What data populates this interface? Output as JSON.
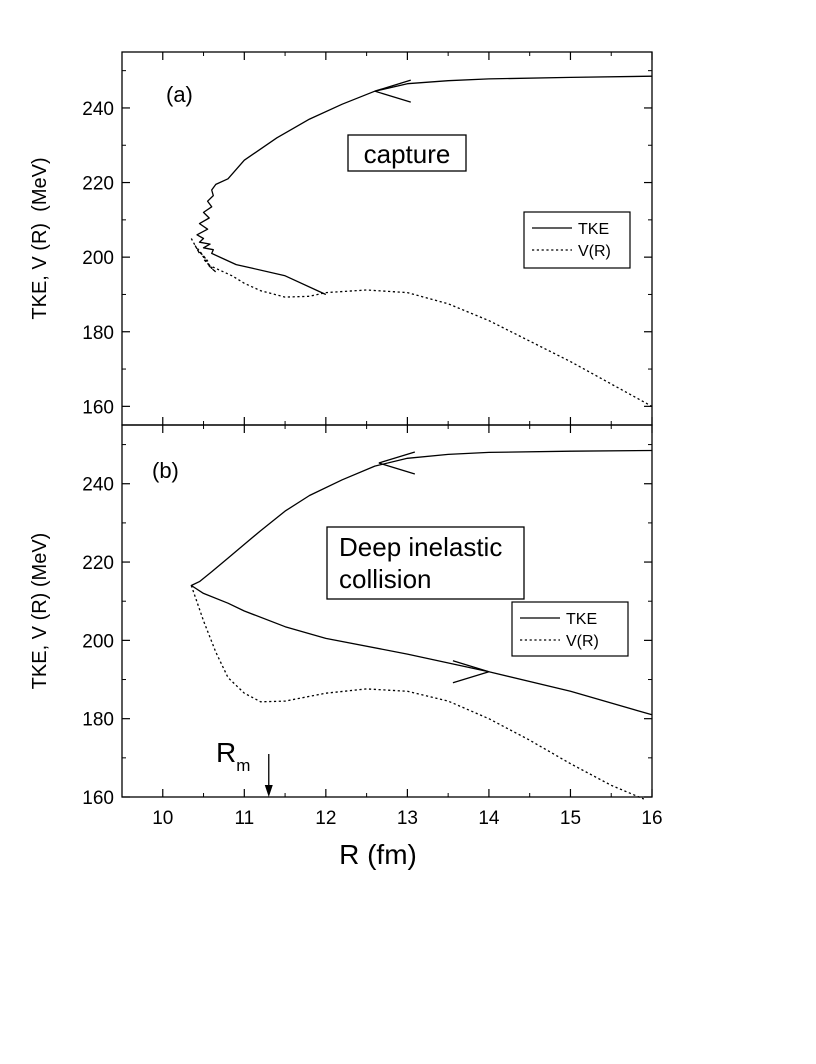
{
  "chart_data": [
    {
      "type": "line",
      "panel_label": "(a)",
      "ylabel": "TKE, V (R)  (MeV)",
      "xlim": [
        9.5,
        16
      ],
      "ylim": [
        155,
        255
      ],
      "yticks": [
        160,
        180,
        200,
        220,
        240
      ],
      "annotation": "capture",
      "legend": {
        "position": "right",
        "entries": [
          "TKE",
          "V(R)"
        ]
      },
      "series": [
        {
          "name": "TKE",
          "style": "solid",
          "x": [
            16.0,
            15.0,
            14.0,
            13.5,
            13.0,
            12.6,
            12.2,
            11.8,
            11.4,
            11.0,
            10.8,
            10.65,
            10.6,
            10.62,
            10.55,
            10.6,
            10.5,
            10.57,
            10.45,
            10.55,
            10.42,
            10.5,
            10.45,
            10.58,
            10.5,
            10.62,
            10.6,
            10.75,
            10.9,
            11.1,
            11.5,
            12.0
          ],
          "y": [
            248.5,
            248.2,
            247.8,
            247.3,
            246.5,
            244.5,
            241.0,
            237.0,
            232.0,
            226.0,
            221.0,
            219.5,
            218.0,
            216.5,
            215.0,
            213.5,
            212.0,
            210.5,
            209.0,
            207.5,
            206.0,
            205.0,
            204.0,
            203.5,
            202.5,
            202.0,
            201.0,
            199.5,
            198.0,
            197.0,
            195.0,
            190.0
          ]
        },
        {
          "name": "V(R)",
          "style": "dotted",
          "x": [
            10.35,
            10.45,
            10.4,
            10.55,
            10.45,
            10.6,
            10.5,
            10.65,
            10.55,
            10.7,
            10.85,
            11.0,
            11.2,
            11.5,
            11.8,
            12.0,
            12.5,
            13.0,
            13.5,
            14.0,
            14.5,
            15.0,
            15.5,
            16.0
          ],
          "y": [
            205.0,
            201.0,
            203.0,
            199.0,
            201.5,
            197.0,
            199.5,
            196.0,
            198.0,
            196.5,
            195.0,
            193.0,
            191.0,
            189.3,
            189.5,
            190.5,
            191.2,
            190.5,
            187.5,
            183.0,
            177.5,
            172.0,
            166.0,
            160.0
          ]
        }
      ]
    },
    {
      "type": "line",
      "panel_label": "(b)",
      "ylabel": "TKE, V (R) (MeV)",
      "xlabel": "R (fm)",
      "xlim": [
        9.5,
        16
      ],
      "ylim": [
        160,
        255
      ],
      "yticks": [
        160,
        180,
        200,
        220,
        240
      ],
      "xticks": [
        10,
        11,
        12,
        13,
        14,
        15,
        16
      ],
      "annotation_lines": [
        "Deep inelastic",
        "collision"
      ],
      "legend": {
        "position": "right",
        "entries": [
          "TKE",
          "V(R)"
        ]
      },
      "rm_marker": {
        "label": "R",
        "subscript": "m",
        "x": 11.3
      },
      "series": [
        {
          "name": "TKE",
          "style": "solid",
          "x": [
            16.0,
            15.0,
            14.0,
            13.5,
            13.0,
            12.6,
            12.2,
            11.8,
            11.5,
            11.2,
            11.0,
            10.8,
            10.6,
            10.45,
            10.35,
            10.5,
            10.8,
            11.0,
            11.5,
            12.0,
            13.0,
            14.0,
            15.0,
            16.0
          ],
          "y": [
            248.5,
            248.3,
            248.0,
            247.5,
            246.5,
            244.5,
            241.0,
            237.0,
            233.0,
            228.0,
            224.5,
            221.0,
            217.5,
            215.0,
            214.0,
            212.0,
            209.5,
            207.5,
            203.5,
            200.5,
            196.5,
            192.0,
            187.0,
            181.0
          ]
        },
        {
          "name": "V(R)",
          "style": "dotted",
          "x": [
            10.35,
            10.5,
            10.65,
            10.8,
            11.0,
            11.2,
            11.5,
            12.0,
            12.5,
            13.0,
            13.5,
            14.0,
            14.5,
            15.0,
            15.5,
            15.9
          ],
          "y": [
            214.0,
            205.0,
            197.0,
            190.5,
            186.5,
            184.3,
            184.5,
            186.5,
            187.6,
            187.0,
            184.5,
            180.0,
            174.5,
            168.5,
            163.0,
            159.5
          ]
        }
      ]
    }
  ]
}
